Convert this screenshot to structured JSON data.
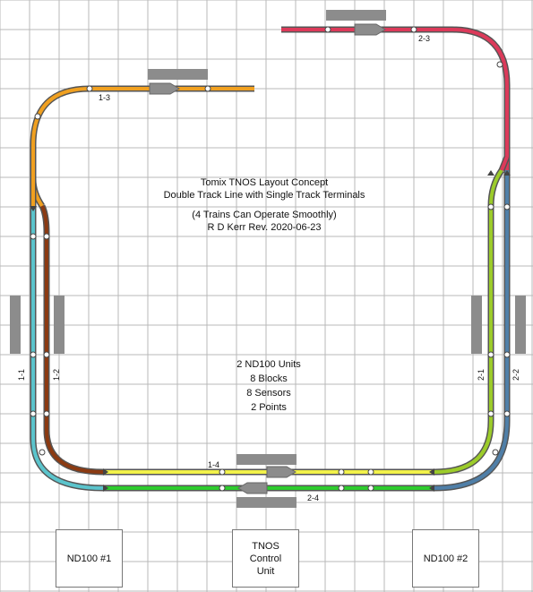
{
  "title": {
    "line1": "Tomix TNOS Layout Concept",
    "line2": "Double Track Line with Single Track Terminals",
    "line3": "(4 Trains Can Operate Smoothly)",
    "line4": "R D Kerr  Rev. 2020-06-23"
  },
  "stats": {
    "units": "2 ND100 Units",
    "blocks": "8 Blocks",
    "sensors": "8 Sensors",
    "points": "2 Points"
  },
  "boxes": {
    "nd100_1": "ND100 #1",
    "tnos_line1": "TNOS",
    "tnos_line2": "Control",
    "tnos_line3": "Unit",
    "nd100_2": "ND100 #2"
  },
  "block_labels": {
    "b1_1": "1-1",
    "b1_2": "1-2",
    "b1_3": "1-3",
    "b1_4": "1-4",
    "b2_1": "2-1",
    "b2_2": "2-2",
    "b2_3": "2-3",
    "b2_4": "2-4"
  },
  "colors": {
    "block_1_1": "#5bc4cc",
    "block_1_2": "#8b3a12",
    "block_1_3": "#f0a020",
    "block_1_4": "#f2f24a",
    "block_2_1": "#9ccc2a",
    "block_2_2": "#4f7fa8",
    "block_2_3": "#dc3a5a",
    "block_2_4": "#2ecc2e",
    "train": "#8c8c8c",
    "grid": "#b8b8b8"
  }
}
